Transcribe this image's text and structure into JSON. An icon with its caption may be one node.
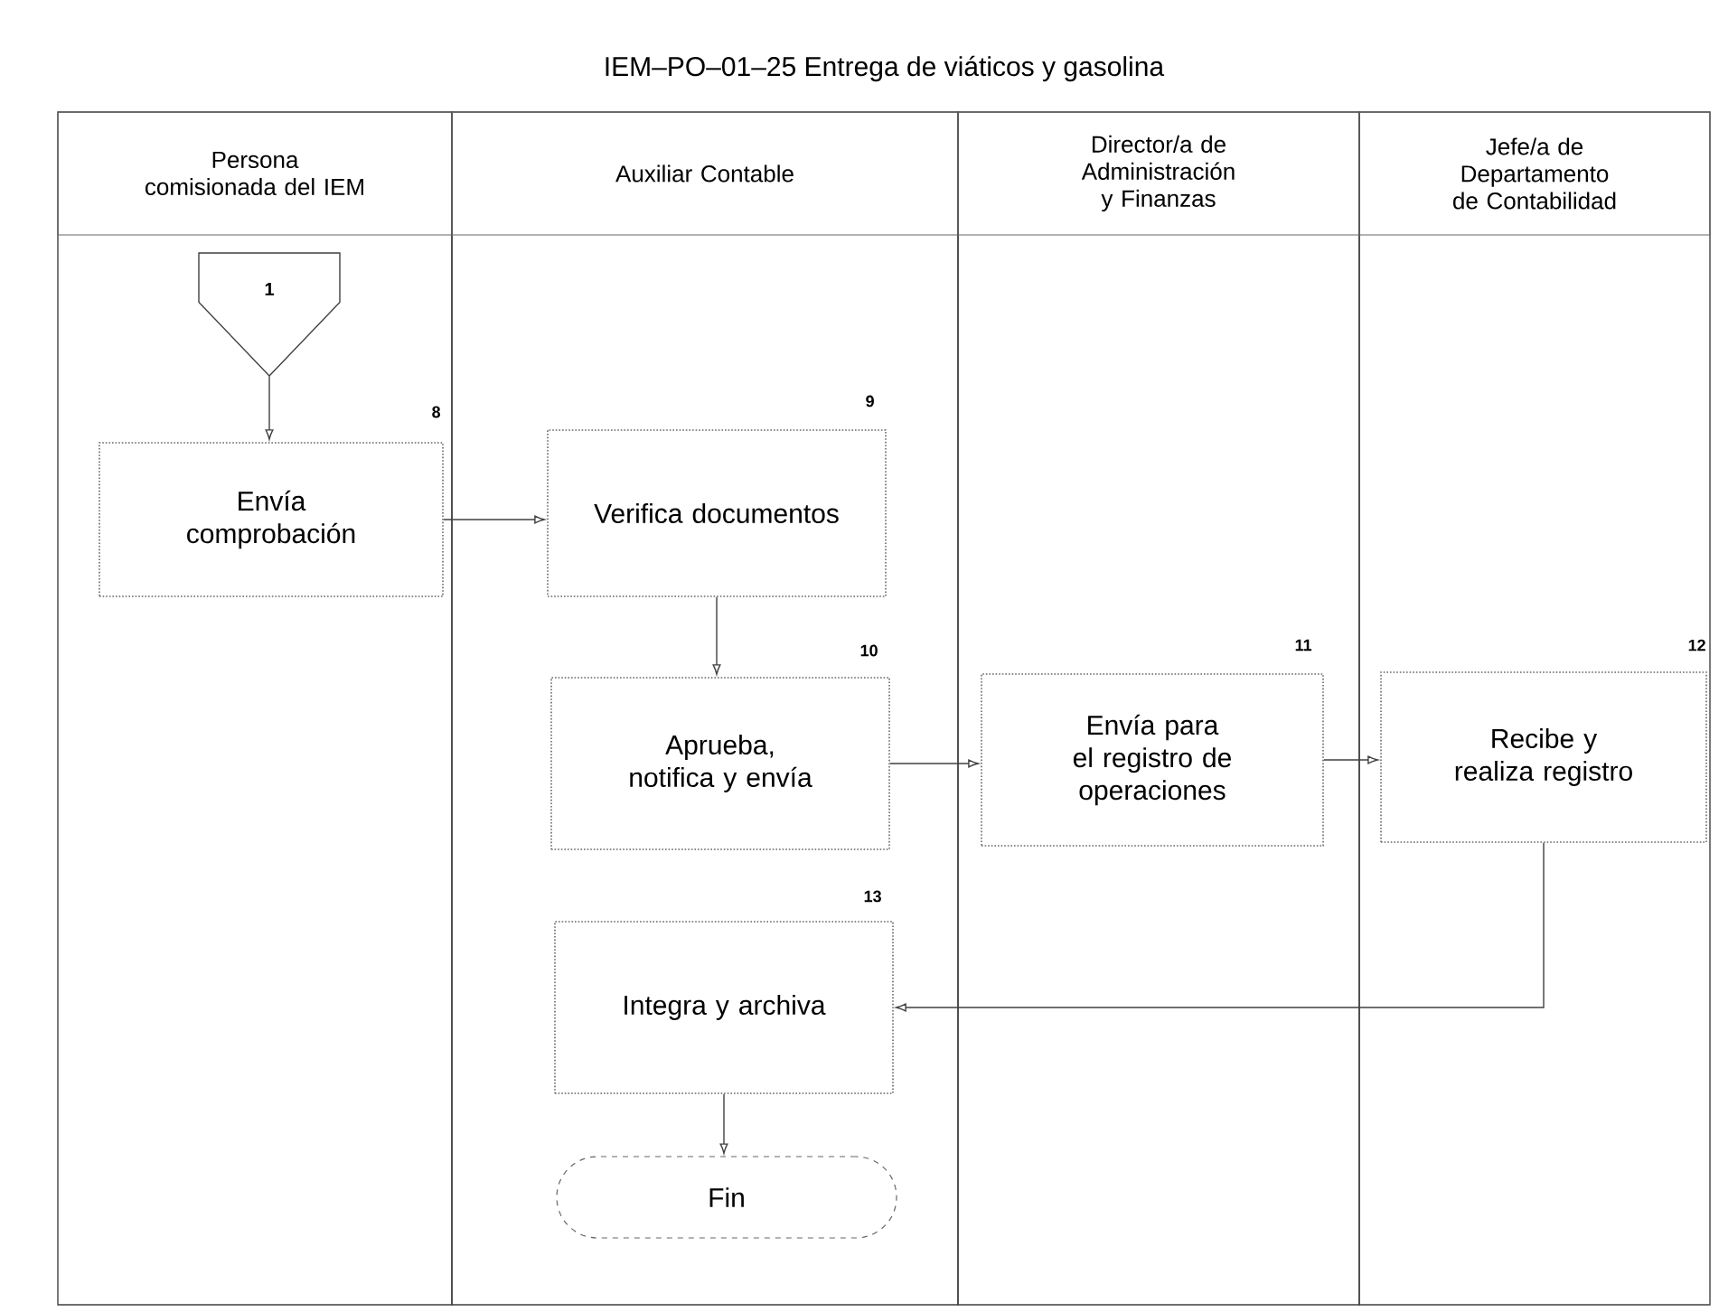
{
  "diagram": {
    "title": "IEM–PO–01–25 Entrega de viáticos y gasolina",
    "nodes": [
      {
        "text": [
          "Persona comisionada del IEM"
        ]
      },
      {
        "text": [
          "Auxiliar Contable"
        ]
      },
      {
        "text": [
          "Director/a de Administración y Finanzas"
        ]
      },
      {
        "text": [
          "Jefe/a de Departamento de Contabilidad"
        ]
      },
      {
        "text": [
          "1"
        ],
        "in": 0
      },
      {
        "text": [
          "Envía comprobación"
        ],
        "in": 0,
        "beside": [
          "8"
        ]
      },
      {
        "text": [
          "Verifica documentos"
        ],
        "in": 1,
        "beside": [
          "9"
        ]
      },
      {
        "text": [
          "Aprueba, notifica y envía"
        ],
        "in": 1,
        "beside": [
          "10"
        ]
      },
      {
        "text": [
          "Envía para el registro de operaciones"
        ],
        "in": 2,
        "beside": [
          "11"
        ]
      },
      {
        "text": [
          "Recibe y realiza registro"
        ],
        "in": 3,
        "beside": [
          "12"
        ]
      },
      {
        "text": [
          "Integra y archiva"
        ],
        "in": 1,
        "beside": [
          "13"
        ]
      },
      {
        "text": [
          "Fin"
        ],
        "in": 1
      }
    ],
    "edges": [
      {
        "from": 4,
        "to": 5,
        "arrow": "to"
      },
      {
        "from": 5,
        "to": 6,
        "arrow": "to"
      },
      {
        "from": 6,
        "to": 7,
        "arrow": "to"
      },
      {
        "from": 7,
        "to": 8,
        "arrow": "to"
      },
      {
        "from": 8,
        "to": 9,
        "arrow": "to"
      },
      {
        "from": 9,
        "to": 10,
        "arrow": "to"
      },
      {
        "from": 10,
        "to": 11,
        "arrow": "to"
      }
    ]
  }
}
